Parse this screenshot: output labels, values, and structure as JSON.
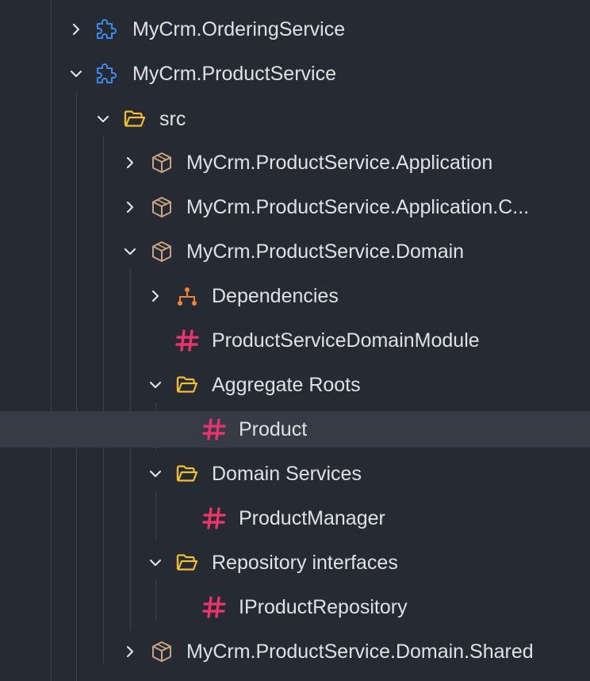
{
  "tree": {
    "ordering_service": {
      "label": "MyCrm.OrderingService",
      "icon": "module-puzzle-icon",
      "expanded": false
    },
    "product_service": {
      "label": "MyCrm.ProductService",
      "icon": "module-puzzle-icon",
      "expanded": true
    },
    "src": {
      "label": "src",
      "icon": "folder-open-icon",
      "expanded": true
    },
    "application": {
      "label": "MyCrm.ProductService.Application",
      "icon": "project-box-icon",
      "expanded": false
    },
    "application_contracts": {
      "label": "MyCrm.ProductService.Application.C...",
      "icon": "project-box-icon",
      "expanded": false
    },
    "domain": {
      "label": "MyCrm.ProductService.Domain",
      "icon": "project-box-icon",
      "expanded": true
    },
    "dependencies": {
      "label": "Dependencies",
      "icon": "dependencies-icon",
      "expanded": false
    },
    "domain_module": {
      "label": "ProductServiceDomainModule",
      "icon": "csharp-file-icon"
    },
    "aggregate_roots": {
      "label": "Aggregate Roots",
      "icon": "folder-open-icon",
      "expanded": true
    },
    "product": {
      "label": "Product",
      "icon": "csharp-file-icon",
      "selected": true
    },
    "domain_services": {
      "label": "Domain Services",
      "icon": "folder-open-icon",
      "expanded": true
    },
    "product_manager": {
      "label": "ProductManager",
      "icon": "csharp-file-icon"
    },
    "repository_interfaces": {
      "label": "Repository interfaces",
      "icon": "folder-open-icon",
      "expanded": true
    },
    "iproduct_repository": {
      "label": "IProductRepository",
      "icon": "csharp-file-icon"
    },
    "domain_shared": {
      "label": "MyCrm.ProductService.Domain.Shared",
      "icon": "project-box-icon",
      "expanded": false
    }
  },
  "colors": {
    "background": "#262a32",
    "selection": "#363b45",
    "guide": "#3b404a",
    "module_icon": "#3d8be8",
    "folder_icon": "#f2c02e",
    "project_icon": "#c9a582",
    "dependencies_icon": "#ef8535",
    "csharp_icon": "#e8336b"
  }
}
